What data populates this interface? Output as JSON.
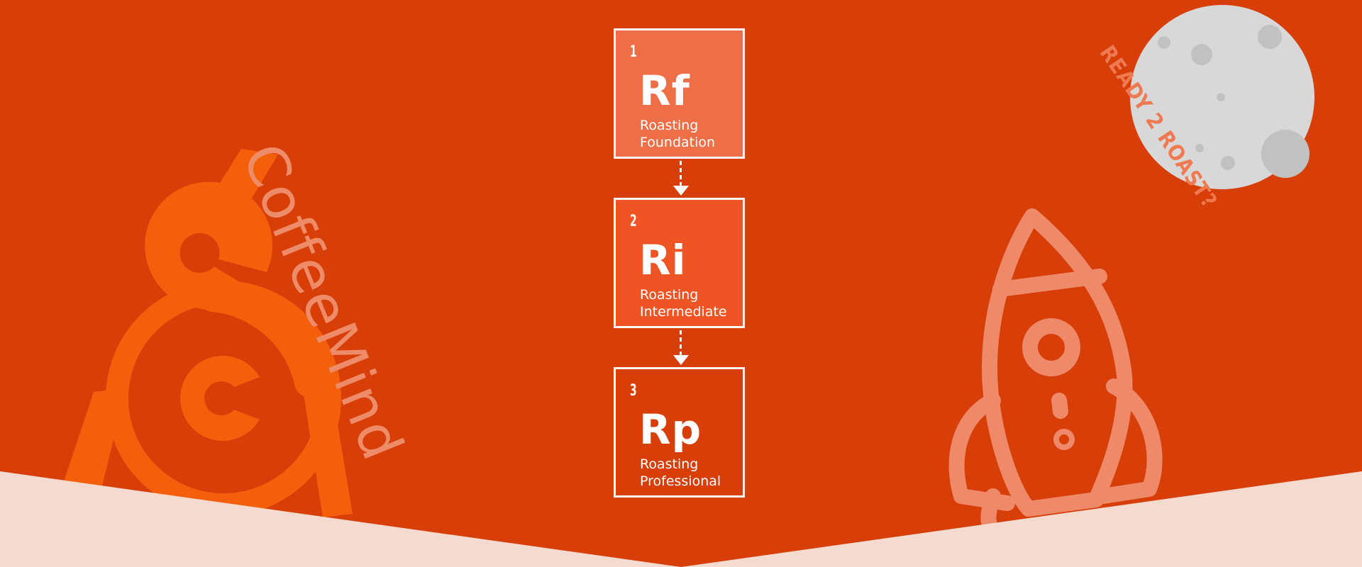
{
  "colors": {
    "background": "#d83e07",
    "footer_band": "#f5dad0",
    "tile_foundation": "#ee6f47",
    "tile_intermediate": "#ef5524",
    "tile_professional": "#d83e07",
    "logo_orange": "#f35f0a",
    "moon": "#d8d8d8",
    "rocket": "#ee8a6a"
  },
  "brand": {
    "name": "CoffeeMind"
  },
  "moon_badge": {
    "text": "READY 2 ROAST?"
  },
  "levels": [
    {
      "number": "1",
      "symbol": "Rf",
      "name_line1": "Roasting",
      "name_line2": "Foundation"
    },
    {
      "number": "2",
      "symbol": "Ri",
      "name_line1": "Roasting",
      "name_line2": "Intermediate"
    },
    {
      "number": "3",
      "symbol": "Rp",
      "name_line1": "Roasting",
      "name_line2": "Professional"
    }
  ],
  "icons": [
    "coffeemind-logo-icon",
    "moon-icon",
    "rocket-icon",
    "arrow-down-icon"
  ]
}
